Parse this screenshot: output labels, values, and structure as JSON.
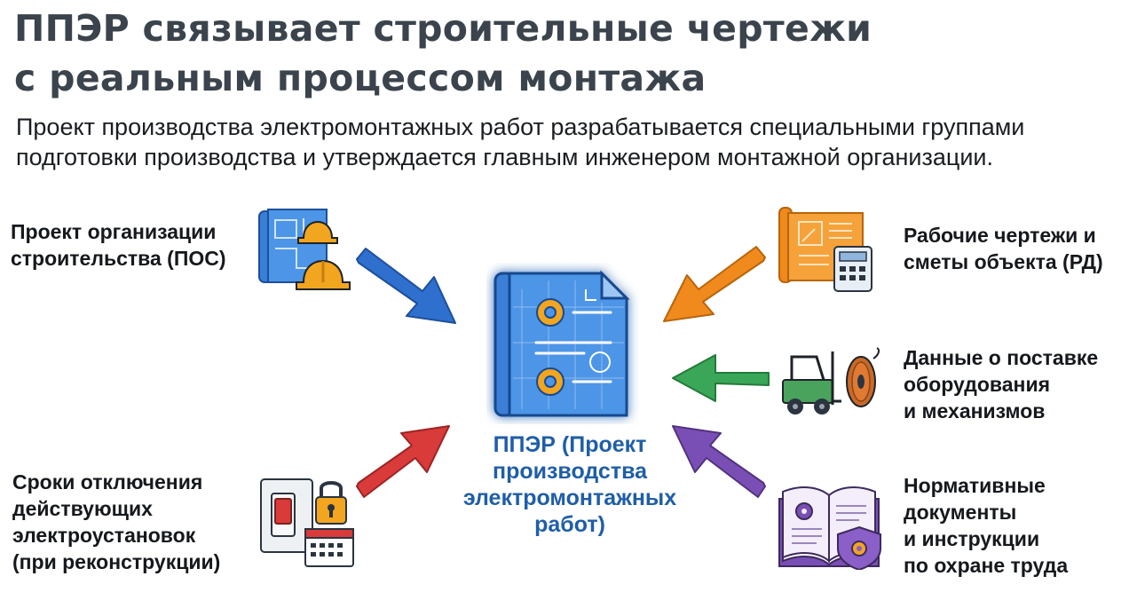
{
  "title": {
    "line1": "ППЭР связывает строительные чертежи",
    "line2": "с реальным процессом монтажа"
  },
  "subtitle": {
    "line1": "Проект производства электромонтажных работ разрабатывается специальными группами",
    "line2": "подготовки производства и утверждается главным инженером монтажной организации."
  },
  "inputs": {
    "pos": {
      "lines": [
        "Проект организации",
        "строительства (ПОС)"
      ],
      "icon": "blueprint-hardhat-icon"
    },
    "rd": {
      "lines": [
        "Рабочие чертежи и",
        "сметы объекта (РД)"
      ],
      "icon": "drawings-calculator-icon"
    },
    "equipment": {
      "lines": [
        "Данные о поставке",
        "оборудования",
        "и механизмов"
      ],
      "icon": "forklift-cable-reel-icon"
    },
    "shutdown": {
      "lines": [
        "Сроки отключения",
        "действующих",
        "электроустановок",
        "(при реконструкции)"
      ],
      "icon": "switch-lock-calendar-icon"
    },
    "norms": {
      "lines": [
        "Нормативные",
        "документы",
        "и инструкции",
        "по охране труда"
      ],
      "icon": "book-shield-icon"
    }
  },
  "center": {
    "lines": [
      "ППЭР (Проект",
      "производства",
      "электромонтажных",
      "работ)"
    ],
    "icon": "ppr-blueprint-gears-icon"
  },
  "colors": {
    "title": "#3b434c",
    "center_text": "#1f5ea8",
    "arrow_pos": "#2f6fce",
    "arrow_rd": "#f08a1c",
    "arrow_equipment": "#3aa657",
    "arrow_shutdown": "#d93a3a",
    "arrow_norms": "#7a4fb5"
  }
}
